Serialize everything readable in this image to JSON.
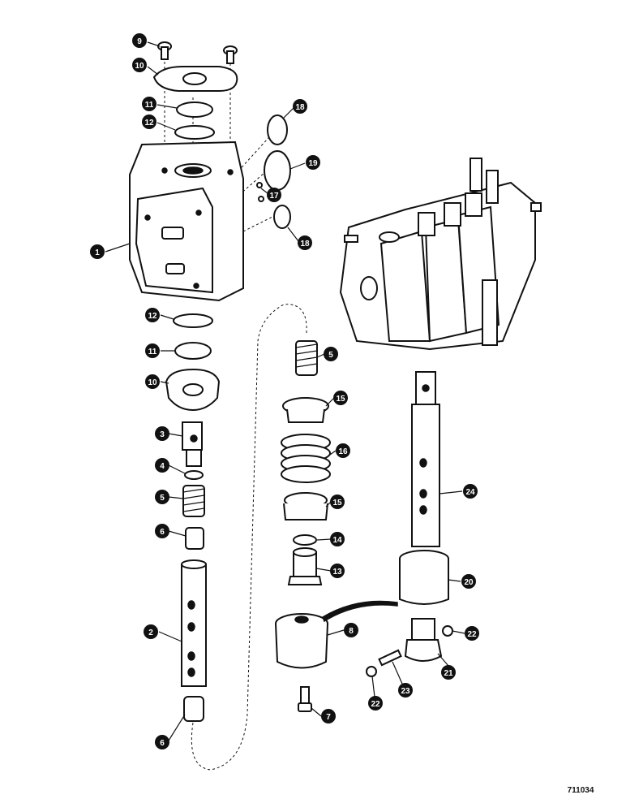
{
  "callouts": [
    {
      "id": "c9",
      "label": "9"
    },
    {
      "id": "c10a",
      "label": "10"
    },
    {
      "id": "c11a",
      "label": "11"
    },
    {
      "id": "c12a",
      "label": "12"
    },
    {
      "id": "c18a",
      "label": "18"
    },
    {
      "id": "c19",
      "label": "19"
    },
    {
      "id": "c17",
      "label": "17"
    },
    {
      "id": "c18b",
      "label": "18"
    },
    {
      "id": "c1",
      "label": "1"
    },
    {
      "id": "c12b",
      "label": "12"
    },
    {
      "id": "c11b",
      "label": "11"
    },
    {
      "id": "c10b",
      "label": "10"
    },
    {
      "id": "c3",
      "label": "3"
    },
    {
      "id": "c4",
      "label": "4"
    },
    {
      "id": "c5a",
      "label": "5"
    },
    {
      "id": "c6a",
      "label": "6"
    },
    {
      "id": "c2",
      "label": "2"
    },
    {
      "id": "c6b",
      "label": "6"
    },
    {
      "id": "c5b",
      "label": "5"
    },
    {
      "id": "c15a",
      "label": "15"
    },
    {
      "id": "c16",
      "label": "16"
    },
    {
      "id": "c15b",
      "label": "15"
    },
    {
      "id": "c14",
      "label": "14"
    },
    {
      "id": "c13",
      "label": "13"
    },
    {
      "id": "c8",
      "label": "8"
    },
    {
      "id": "c7",
      "label": "7"
    },
    {
      "id": "c24",
      "label": "24"
    },
    {
      "id": "c20",
      "label": "20"
    },
    {
      "id": "c22a",
      "label": "22"
    },
    {
      "id": "c21",
      "label": "21"
    },
    {
      "id": "c23",
      "label": "23"
    },
    {
      "id": "c22b",
      "label": "22"
    }
  ],
  "reference_number": "711034"
}
